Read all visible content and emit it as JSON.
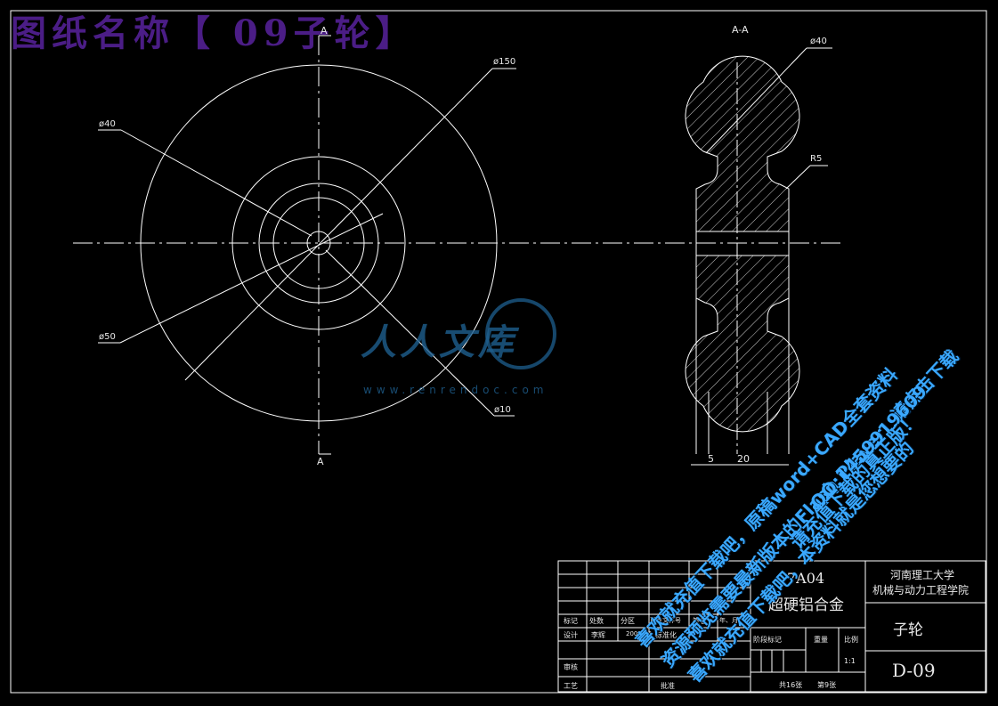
{
  "banner": {
    "title": "图纸名称【 09子轮】"
  },
  "section_mark": {
    "letter_top": "A",
    "letter_bottom": "A",
    "view_title": "A-A"
  },
  "dims": {
    "d150": "ø150",
    "d40_front": "ø40",
    "d50": "ø50",
    "d10": "ø10",
    "d40_side": "ø40",
    "r5": "R5",
    "w5": "5",
    "w20": "20"
  },
  "title_block": {
    "material_code": "7A04",
    "material_name": "超硬铝合金",
    "school": "河南理工大学",
    "college": "机械与动力工程学院",
    "part_name": "子轮",
    "drawing_no": "D-09",
    "scale": "1:1",
    "sheets_total": "共16张",
    "sheet_no": "第9张",
    "hdr_mark": "标记",
    "hdr_count": "处数",
    "hdr_zone": "分区",
    "hdr_doc": "更改文件号",
    "hdr_sign": "签名",
    "hdr_date": "年、月、日",
    "design": "设计",
    "designer": "李辉",
    "design_date": "2009.06",
    "standard": "标准化",
    "review": "审核",
    "process": "工艺",
    "approve": "批准",
    "stage_mark": "阶段标记",
    "weight": "重量",
    "scale_hdr": "比例"
  },
  "watermark": {
    "logo_text": "人人文库",
    "url": "www.renrendoc.com",
    "diag_line1": "喜欢就充值下载吧，原稿word+CAD全套资料",
    "diag_line2": "资源预览需要最新版本的Flash Player，请点击下载",
    "diag_line3": "喜欢就充值下载吧，本资料就是您想要的",
    "qq": "QQ:1459919609",
    "diag_right": "请充值下载的真正版！"
  }
}
